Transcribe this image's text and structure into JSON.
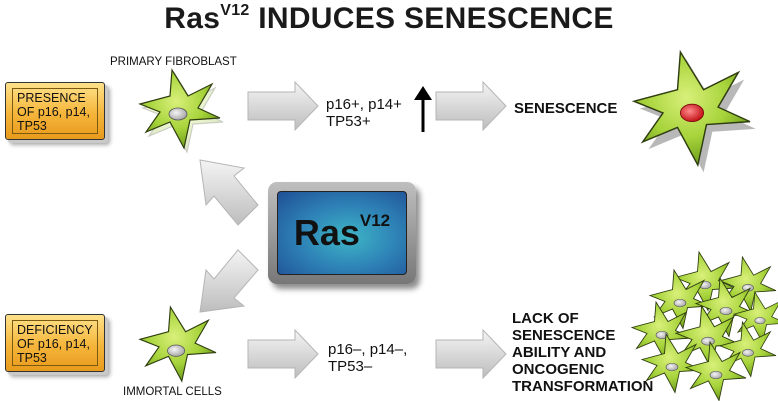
{
  "title": {
    "main": "Ras",
    "superscript": "V12",
    "rest": " INDUCES SENESCENCE"
  },
  "labels": {
    "primary_fibroblast": "PRIMARY FIBROBLAST",
    "immortal_cells": "IMMORTAL CELLS"
  },
  "boxes": {
    "presence": [
      "PRESENCE",
      "OF p16, p14,",
      "TP53"
    ],
    "deficiency": [
      "DEFICIENCY",
      "OF p16, p14,",
      "TP53"
    ]
  },
  "middle": {
    "top": [
      "p16+, p14+",
      "TP53+"
    ],
    "bottom": [
      "p16–, p14–,",
      "TP53–"
    ]
  },
  "results": {
    "senescence": "SENESCENCE",
    "transformation": [
      "LACK OF",
      "SENESCENCE",
      "ABILITY AND",
      "ONCOGENIC",
      "TRANSFORMATION"
    ]
  },
  "center": {
    "main": "Ras",
    "superscript": "V12"
  },
  "colors": {
    "cell": "#9ccc2e",
    "box": "#f5b53a",
    "ras_box": "#2f86b8",
    "nucleus_red": "#e52a2a"
  }
}
